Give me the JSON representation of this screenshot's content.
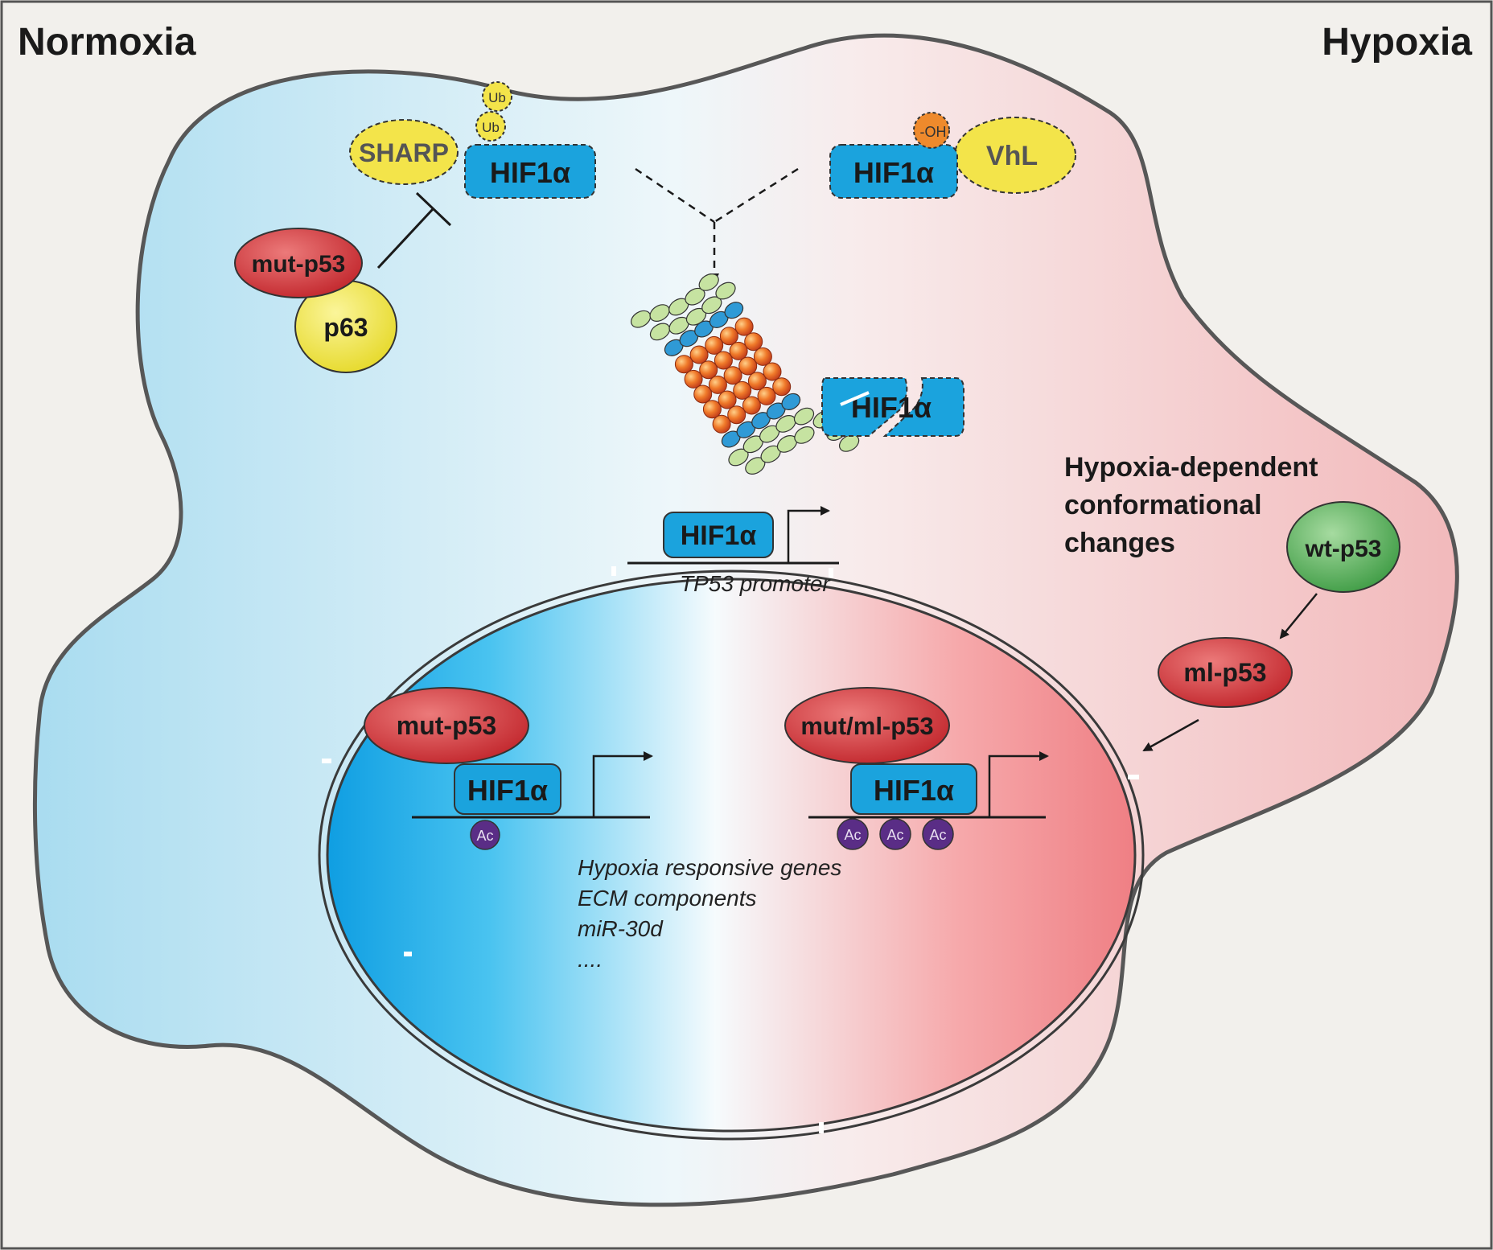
{
  "labels": {
    "normoxia": "Normoxia",
    "hypoxia": "Hypoxia",
    "sharp": "SHARP",
    "ub1": "Ub",
    "ub2": "Ub",
    "hif_sharp": "HIF1α",
    "oh": "-OH",
    "hif_vhl": "HIF1α",
    "vhl": "VhL",
    "mut_p53_top": "mut-p53",
    "p63": "p63",
    "hif_degraded": "HIF1α",
    "hif_promoter": "HIF1α",
    "tp53_promoter": "TP53 promoter",
    "hypoxia_dep_1": "Hypoxia-dependent",
    "hypoxia_dep_2": "conformational",
    "hypoxia_dep_3": "changes",
    "wt_p53": "wt-p53",
    "ml_p53": "ml-p53",
    "mut_p53_nuc": "mut-p53",
    "hif_nuc_left": "HIF1α",
    "ac_left": "Ac",
    "mut_ml_p53": "mut/ml-p53",
    "hif_nuc_right": "HIF1α",
    "ac_r1": "Ac",
    "ac_r2": "Ac",
    "ac_r3": "Ac",
    "genes": [
      "Hypoxia responsive genes",
      "ECM components",
      "miR-30d",
      "...."
    ]
  },
  "colors": {
    "background": "#f2f0ec",
    "normoxia_blue": "#1fb3ea",
    "hypoxia_red": "#f08a8e",
    "hif_blue": "#1ba3dd",
    "yellow": "#f3e44a",
    "red_protein": "#c8353a",
    "green_protein": "#4fae52",
    "purple_ac": "#5a2d86",
    "orange_oh": "#ee8a2c"
  }
}
